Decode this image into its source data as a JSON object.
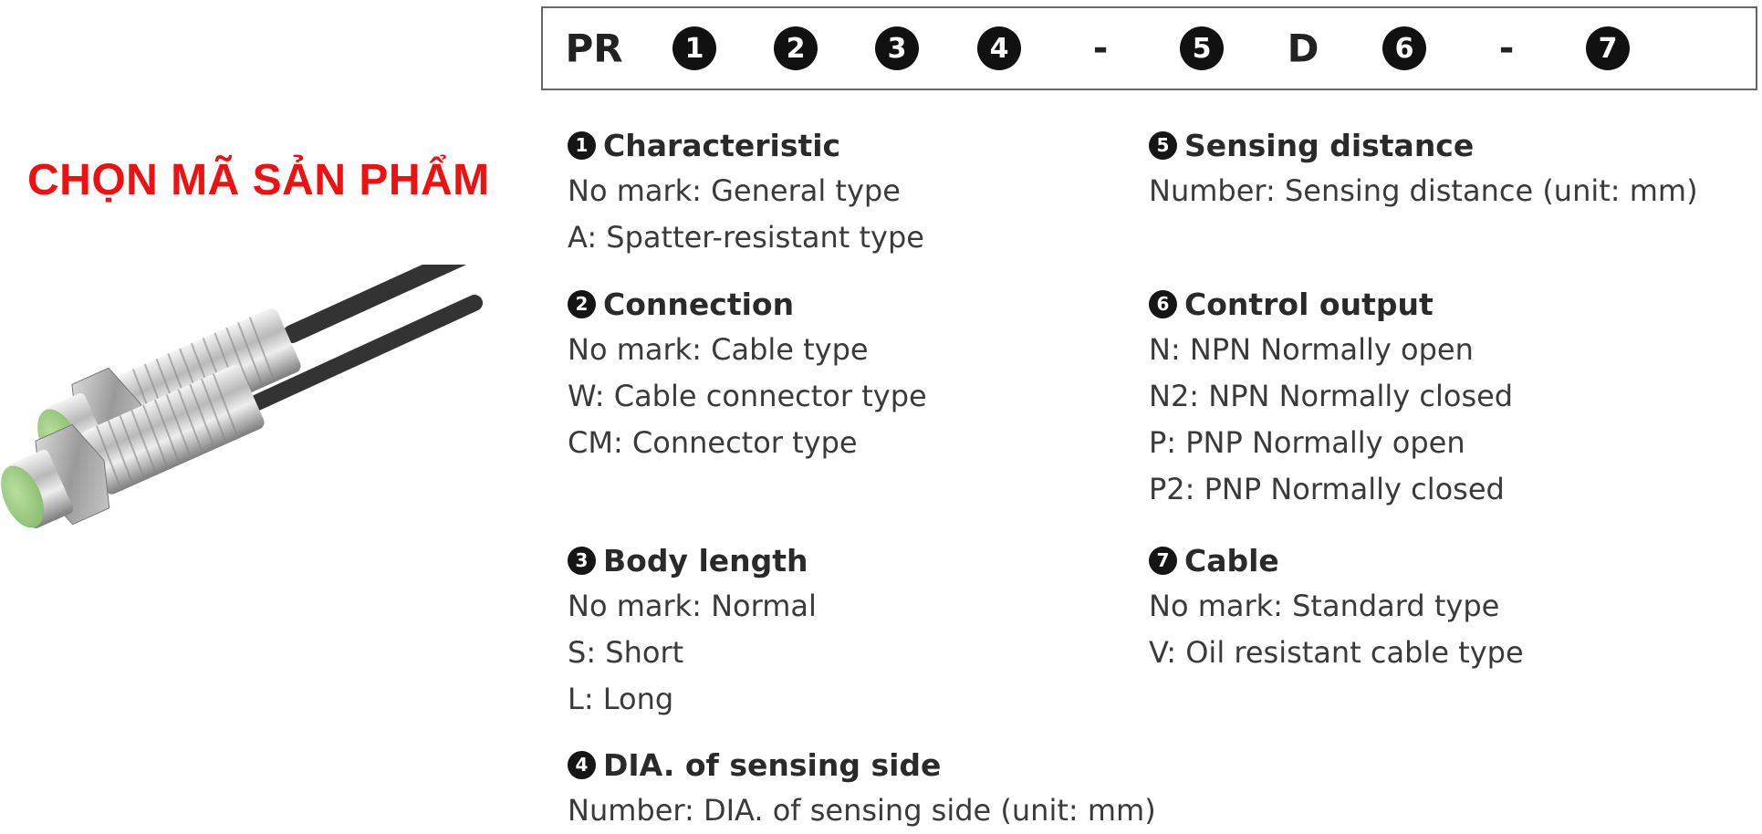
{
  "code_format": {
    "items": [
      {
        "kind": "text",
        "label": "PR"
      },
      {
        "kind": "circle",
        "label": "1"
      },
      {
        "kind": "circle",
        "label": "2"
      },
      {
        "kind": "circle",
        "label": "3"
      },
      {
        "kind": "circle",
        "label": "4"
      },
      {
        "kind": "dash",
        "label": "-"
      },
      {
        "kind": "circle",
        "label": "5"
      },
      {
        "kind": "text",
        "label": "D"
      },
      {
        "kind": "circle",
        "label": "6"
      },
      {
        "kind": "dash",
        "label": "-"
      },
      {
        "kind": "circle",
        "label": "7"
      }
    ]
  },
  "headline": "CHỌN MÃ SẢN PHẨM",
  "colors": {
    "headline": "#ee1111",
    "badge": "#151515",
    "text": "#3a3a3a",
    "sensor_face": "#9ecf86"
  },
  "sections": [
    {
      "id": "1",
      "number": "1",
      "title": "Characteristic",
      "lines": [
        "No mark: General type",
        "A: Spatter-resistant type"
      ]
    },
    {
      "id": "2",
      "number": "2",
      "title": "Connection",
      "lines": [
        "No mark: Cable type",
        "W: Cable connector type",
        "CM: Connector type"
      ]
    },
    {
      "id": "3",
      "number": "3",
      "title": "Body length",
      "lines": [
        "No mark: Normal",
        "S: Short",
        "L: Long"
      ]
    },
    {
      "id": "4",
      "number": "4",
      "title": "DIA. of sensing side",
      "lines": [
        "Number: DIA. of sensing side (unit: mm)"
      ]
    },
    {
      "id": "5",
      "number": "5",
      "title": "Sensing distance",
      "lines": [
        "Number: Sensing distance (unit: mm)"
      ]
    },
    {
      "id": "6",
      "number": "6",
      "title": "Control output",
      "lines": [
        "N: NPN Normally open",
        "N2: NPN Normally closed",
        "P: PNP Normally open",
        "P2: PNP Normally closed"
      ]
    },
    {
      "id": "7",
      "number": "7",
      "title": "Cable",
      "lines": [
        "No mark: Standard type",
        "V: Oil resistant cable type"
      ]
    }
  ]
}
